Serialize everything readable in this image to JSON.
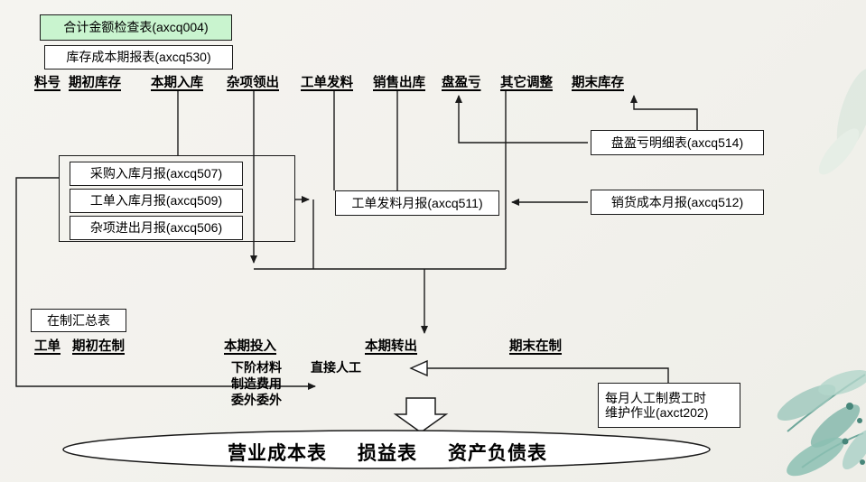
{
  "canvas": {
    "bg": "#f3f1ec",
    "line_color": "#1a1a1a",
    "green_fill": "#c9f4cf"
  },
  "boxes": {
    "check_total": {
      "label": "合计金额检查表(axcq004)"
    },
    "inventory_report": {
      "label": "库存成本期报表(axcq530)"
    },
    "purchase_in_monthly": {
      "label": "采购入库月报(axcq507)"
    },
    "wo_in_monthly": {
      "label": "工单入库月报(axcq509)"
    },
    "misc_inout_monthly": {
      "label": "杂项进出月报(axcq506)"
    },
    "wo_issue_monthly": {
      "label": "工单发料月报(axcq511)"
    },
    "gainloss_detail": {
      "label": "盘盈亏明细表(axcq514)"
    },
    "cogs_monthly": {
      "label": "销货成本月报(axcq512)"
    },
    "wip_summary": {
      "label": "在制汇总表"
    },
    "labor_hours": {
      "line1": "每月人工制费工时",
      "line2": "维护作业(axct202)"
    }
  },
  "inventory_columns": [
    "料号",
    "期初库存",
    "本期入库",
    "杂项领出",
    "工单发料",
    "销售出库",
    "盘盈亏",
    "其它调整",
    "期末库存"
  ],
  "wip_columns": [
    "工单",
    "期初在制",
    "本期投入",
    "本期转出",
    "期末在制"
  ],
  "wip_inputs": [
    "下阶材料",
    "直接人工",
    "制造费用",
    "委外委外"
  ],
  "ellipse_reports": [
    "营业成本表",
    "损益表",
    "资产负债表"
  ]
}
